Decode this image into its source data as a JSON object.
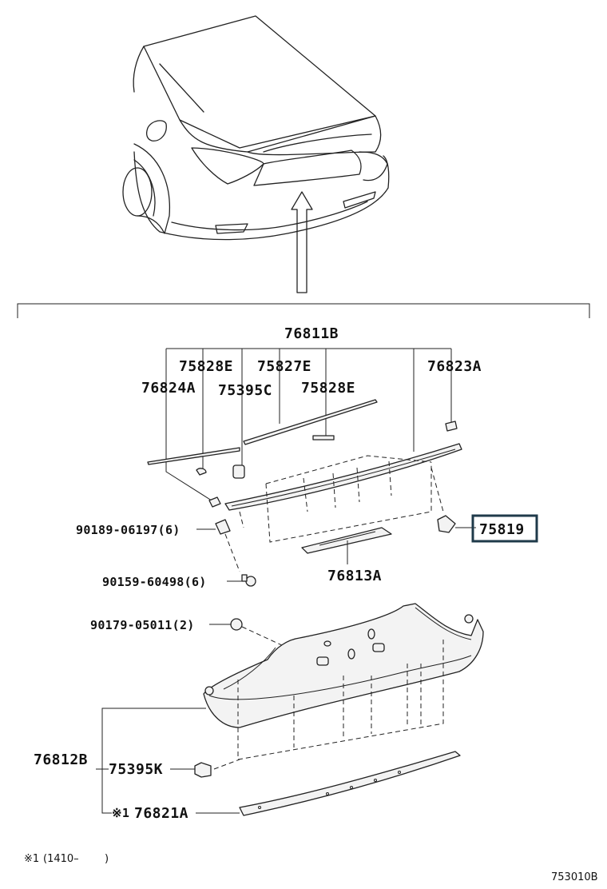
{
  "labels": {
    "main_assembly": "76811B",
    "molding_e1": "75828E",
    "molding_e2": "75827E",
    "retainer_a": "76823A",
    "retainer_b": "76824A",
    "clip_c": "75395C",
    "molding_e3": "75828E",
    "screw_1": "90189-06197(6)",
    "screw_2": "90159-60498(6)",
    "highlighted_part": "75819",
    "lamp": "76813A",
    "nut": "90179-05011(2)",
    "spoiler_assy": "76812B",
    "clip_k": "75395K",
    "seal_prefix": "※1",
    "seal": "76821A"
  },
  "footnote": {
    "mark": "※1",
    "text": "(1410–",
    "close": ")"
  },
  "diagram_code": "753010B"
}
